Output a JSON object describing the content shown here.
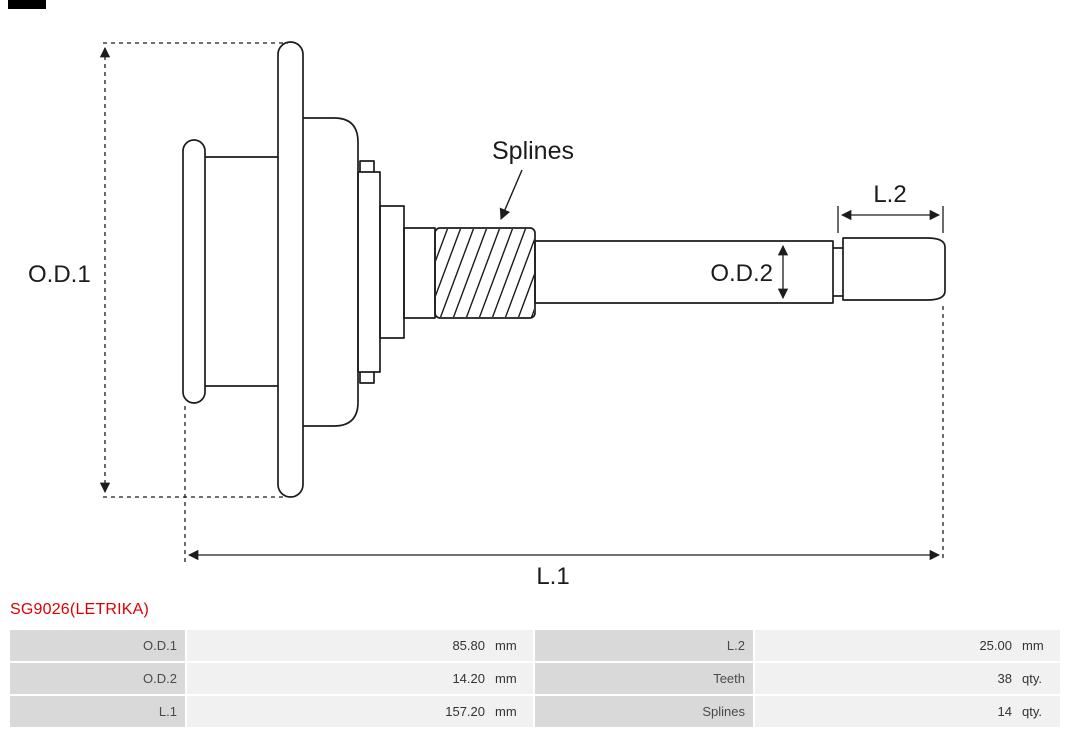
{
  "diagram": {
    "labels": {
      "od1": "O.D.1",
      "od2": "O.D.2",
      "l1": "L.1",
      "l2": "L.2",
      "splines": "Splines"
    }
  },
  "part": {
    "number": "SG9026(LETRIKA)",
    "number_color": "#dd0000"
  },
  "colors": {
    "line": "#1c1c1c",
    "table_label_bg": "#d9d9d9",
    "table_value_bg": "#f1f1f1"
  },
  "table": {
    "rows": [
      {
        "cells": [
          {
            "label": "O.D.1"
          },
          {
            "value": "85.80",
            "unit": "mm"
          },
          {
            "label": "L.2"
          },
          {
            "value": "25.00",
            "unit": "mm"
          }
        ]
      },
      {
        "cells": [
          {
            "label": "O.D.2"
          },
          {
            "value": "14.20",
            "unit": "mm"
          },
          {
            "label": "Teeth"
          },
          {
            "value": "38",
            "unit": "qty."
          }
        ]
      },
      {
        "cells": [
          {
            "label": "L.1"
          },
          {
            "value": "157.20",
            "unit": "mm"
          },
          {
            "label": "Splines"
          },
          {
            "value": "14",
            "unit": "qty."
          }
        ]
      }
    ]
  }
}
